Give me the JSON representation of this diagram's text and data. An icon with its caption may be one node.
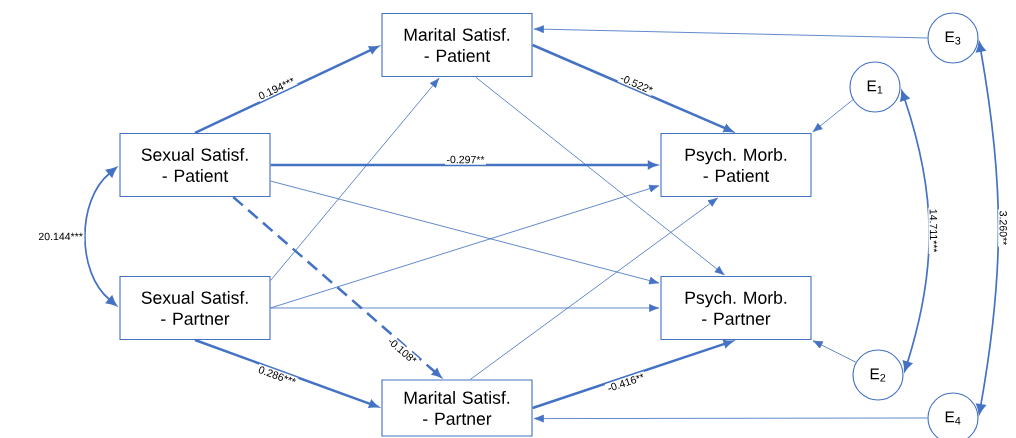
{
  "diagram": {
    "nodes": [
      {
        "text": [
          "Sexual Satisf. - Patient"
        ]
      },
      {
        "text": [
          "Sexual Satisf. - Partner"
        ]
      },
      {
        "text": [
          "Marital Satisf. - Patient"
        ]
      },
      {
        "text": [
          "Marital Satisf. - Partner"
        ]
      },
      {
        "text": [
          "Psych. Morb. - Patient"
        ]
      },
      {
        "text": [
          "Psych. Morb. - Partner"
        ]
      },
      {
        "text": [
          "E$_{1}$"
        ]
      },
      {
        "text": [
          "E$_{2}$"
        ]
      },
      {
        "text": [
          "E$_{3}$"
        ]
      },
      {
        "text": [
          "E$_{4}$"
        ]
      }
    ],
    "edges": [
      {
        "from": 0,
        "to": 2,
        "arrow": "to",
        "label": "0.194***",
        "style": "thick"
      },
      {
        "from": 0,
        "to": 4,
        "arrow": "to",
        "label": "-0.297**",
        "style": "thick"
      },
      {
        "from": 0,
        "to": 3,
        "arrow": "to",
        "label": "-0.108*",
        "style": "dashed"
      },
      {
        "from": 0,
        "to": 5,
        "arrow": "to"
      },
      {
        "from": 1,
        "to": 2,
        "arrow": "to"
      },
      {
        "from": 1,
        "to": 4,
        "arrow": "to"
      },
      {
        "from": 1,
        "to": 5,
        "arrow": "to"
      },
      {
        "from": 1,
        "to": 3,
        "arrow": "to",
        "label": "0.286***",
        "style": "thick"
      },
      {
        "from": 2,
        "to": 4,
        "arrow": "to",
        "label": "-0.522*",
        "style": "thick"
      },
      {
        "from": 2,
        "to": 5,
        "arrow": "to"
      },
      {
        "from": 3,
        "to": 4,
        "arrow": "to"
      },
      {
        "from": 3,
        "to": 5,
        "arrow": "to",
        "label": "-0.416**",
        "style": "thick"
      },
      {
        "from": 0,
        "to": 1,
        "arrow": "both",
        "label": "20.144***"
      },
      {
        "from": 6,
        "to": 4,
        "arrow": "to"
      },
      {
        "from": 7,
        "to": 5,
        "arrow": "to"
      },
      {
        "from": 8,
        "to": 2,
        "arrow": "to"
      },
      {
        "from": 9,
        "to": 3,
        "arrow": "to"
      },
      {
        "from": 6,
        "to": 7,
        "arrow": "both",
        "label": "14.711***"
      },
      {
        "from": 8,
        "to": 9,
        "arrow": "both",
        "label": "3.260**"
      }
    ]
  }
}
